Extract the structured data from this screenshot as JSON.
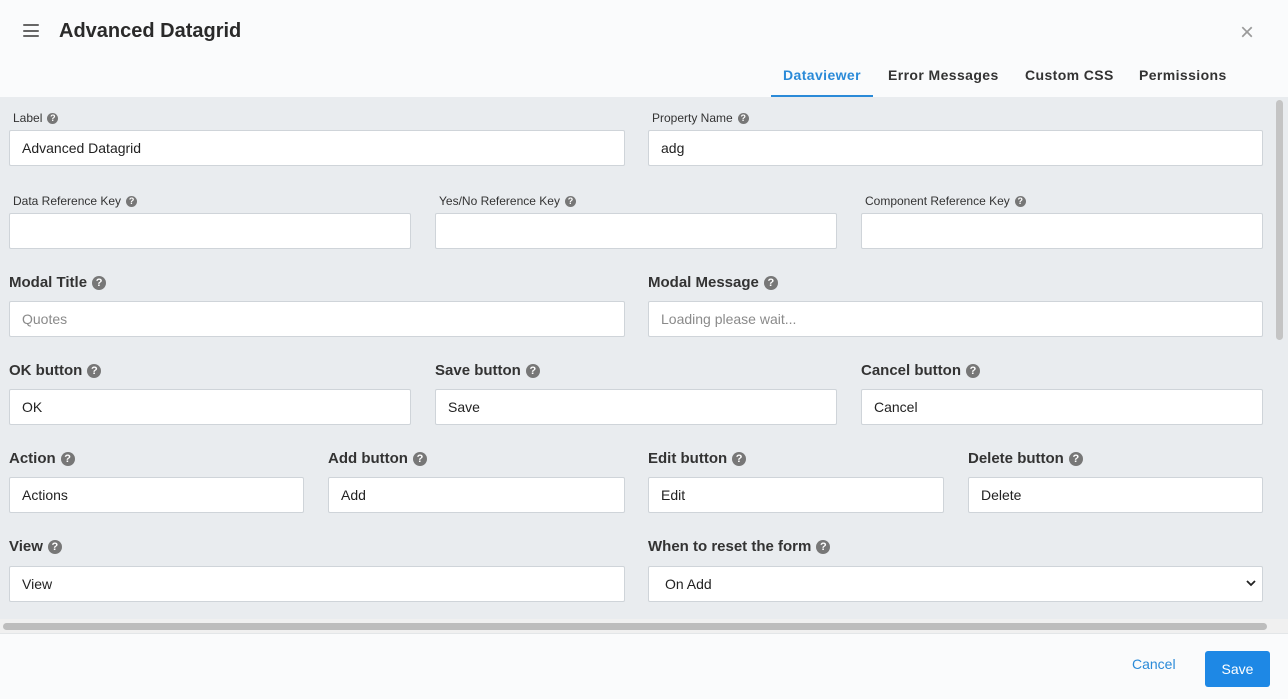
{
  "header": {
    "title": "Advanced Datagrid"
  },
  "tabs": [
    {
      "label": "Dataviewer"
    },
    {
      "label": "Error Messages"
    },
    {
      "label": "Custom CSS"
    },
    {
      "label": "Permissions"
    }
  ],
  "form": {
    "label": {
      "label": "Label",
      "value": "Advanced Datagrid"
    },
    "property_name": {
      "label": "Property Name",
      "value": "adg"
    },
    "data_ref_key": {
      "label": "Data Reference Key",
      "value": ""
    },
    "yesno_ref_key": {
      "label": "Yes/No Reference Key",
      "value": ""
    },
    "component_ref_key": {
      "label": "Component Reference Key",
      "value": ""
    },
    "modal_title": {
      "label": "Modal Title",
      "placeholder": "Quotes"
    },
    "modal_message": {
      "label": "Modal Message",
      "placeholder": "Loading please wait..."
    },
    "ok_button": {
      "label": "OK button",
      "value": "OK"
    },
    "save_button": {
      "label": "Save button",
      "value": "Save"
    },
    "cancel_button": {
      "label": "Cancel button",
      "value": "Cancel"
    },
    "action": {
      "label": "Action",
      "value": "Actions"
    },
    "add_button": {
      "label": "Add button",
      "value": "Add"
    },
    "edit_button": {
      "label": "Edit button",
      "value": "Edit"
    },
    "delete_button": {
      "label": "Delete button",
      "value": "Delete"
    },
    "view": {
      "label": "View",
      "value": "View"
    },
    "reset_form": {
      "label": "When to reset the form",
      "value": "On Add"
    }
  },
  "footer": {
    "cancel_label": "Cancel",
    "save_label": "Save"
  },
  "colors": {
    "accent": "#2a8ad8",
    "save_button_bg": "#1e88e5",
    "content_bg": "#e9ecef"
  }
}
